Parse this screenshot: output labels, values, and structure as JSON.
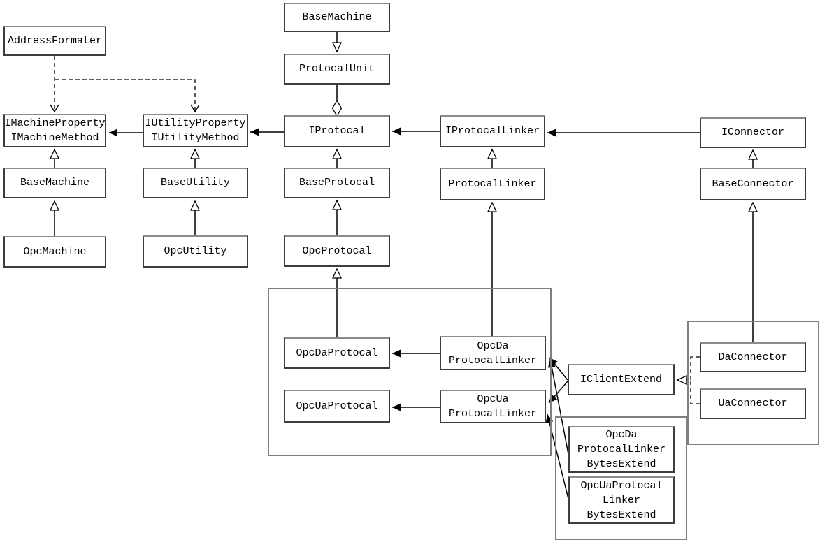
{
  "diagram": {
    "type": "uml-class-diagram",
    "colors": {
      "background": "#ffffff",
      "node_border": "#3d3d3d",
      "container_border": "#7f7f7f",
      "line": "#000000",
      "text": "#000000"
    },
    "nodes": [
      {
        "id": "address-formater",
        "lines": [
          "AddressFormater"
        ]
      },
      {
        "id": "imachine-interface",
        "lines": [
          "IMachineProperty",
          "IMachineMethod"
        ]
      },
      {
        "id": "base-machine-left",
        "lines": [
          "BaseMachine"
        ]
      },
      {
        "id": "opc-machine",
        "lines": [
          "OpcMachine"
        ]
      },
      {
        "id": "iutility-interface",
        "lines": [
          "IUtilityProperty",
          "IUtilityMethod"
        ]
      },
      {
        "id": "base-utility",
        "lines": [
          "BaseUtility"
        ]
      },
      {
        "id": "opc-utility",
        "lines": [
          "OpcUtility"
        ]
      },
      {
        "id": "base-machine-top",
        "lines": [
          "BaseMachine"
        ]
      },
      {
        "id": "protocal-unit",
        "lines": [
          "ProtocalUnit"
        ]
      },
      {
        "id": "iprotocal",
        "lines": [
          "IProtocal"
        ]
      },
      {
        "id": "base-protocal",
        "lines": [
          "BaseProtocal"
        ]
      },
      {
        "id": "opc-protocal",
        "lines": [
          "OpcProtocal"
        ]
      },
      {
        "id": "opc-da-protocal",
        "lines": [
          "OpcDaProtocal"
        ]
      },
      {
        "id": "opc-ua-protocal",
        "lines": [
          "OpcUaProtocal"
        ]
      },
      {
        "id": "iprotocal-linker",
        "lines": [
          "IProtocalLinker"
        ]
      },
      {
        "id": "protocal-linker",
        "lines": [
          "ProtocalLinker"
        ]
      },
      {
        "id": "opc-da-protocal-linker",
        "lines": [
          "OpcDa",
          "ProtocalLinker"
        ]
      },
      {
        "id": "opc-ua-protocal-linker",
        "lines": [
          "OpcUa",
          "ProtocalLinker"
        ]
      },
      {
        "id": "iclient-extend",
        "lines": [
          "IClientExtend"
        ]
      },
      {
        "id": "iconnector",
        "lines": [
          "IConnector"
        ]
      },
      {
        "id": "base-connector",
        "lines": [
          "BaseConnector"
        ]
      },
      {
        "id": "da-connector",
        "lines": [
          "DaConnector"
        ]
      },
      {
        "id": "ua-connector",
        "lines": [
          "UaConnector"
        ]
      },
      {
        "id": "opc-da-protocal-linker-bytes-extend",
        "lines": [
          "OpcDa",
          "ProtocalLinker",
          "BytesExtend"
        ]
      },
      {
        "id": "opc-ua-protocal-linker-bytes-extend",
        "lines": [
          "OpcUaProtocal",
          "Linker",
          "BytesExtend"
        ]
      }
    ],
    "relationships": {
      "generalization_count": 12,
      "association_count": 10,
      "dependency_dashed_count": 2,
      "realization_dashed_count": 2,
      "aggregation_count": 1
    }
  }
}
